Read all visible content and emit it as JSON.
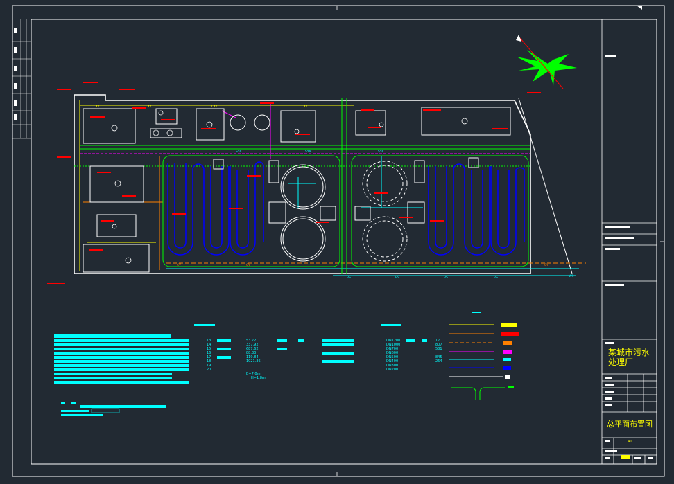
{
  "title_block": {
    "project_line1": "某城市污水",
    "project_line2": "处理厂",
    "drawing_title": "总平面布置图",
    "sheet_size": "A1"
  },
  "pipe_labels": {
    "top_pipe": "CYZ",
    "mid_pipe": "SYA",
    "low_pipe": "CY",
    "bottom_pipe": "VS",
    "return_pipe": "RS",
    "water_pipe": "WS"
  },
  "table_numbers": {
    "rows": [
      "13",
      "14",
      "15",
      "16",
      "17",
      "18",
      "19",
      "20"
    ],
    "values": [
      "53.72",
      "337.92",
      "687.62",
      "88.33",
      "119.84",
      "1021.36",
      "",
      ""
    ],
    "misc": [
      "B=7.0m",
      "H=1.8m"
    ],
    "diam": [
      "DN1200",
      "DN1000",
      "DN700",
      "DN600",
      "DN500",
      "DN400",
      "DN300",
      "DN200"
    ],
    "counts": [
      "17",
      "807",
      "581",
      "845",
      "264",
      "",
      "",
      ""
    ]
  },
  "colors": {
    "frame": "#ffffff",
    "outline": "#ffffff",
    "tank": "#0000ff",
    "pipe_green": "#00ff00",
    "pipe_yellow": "#ffff00",
    "pipe_magenta": "#ff00ff",
    "pipe_orange": "#ff8000",
    "pipe_cyan": "#00ffff",
    "note_red": "#ff0000",
    "table": "#00ffff",
    "north": "#00ff00"
  }
}
